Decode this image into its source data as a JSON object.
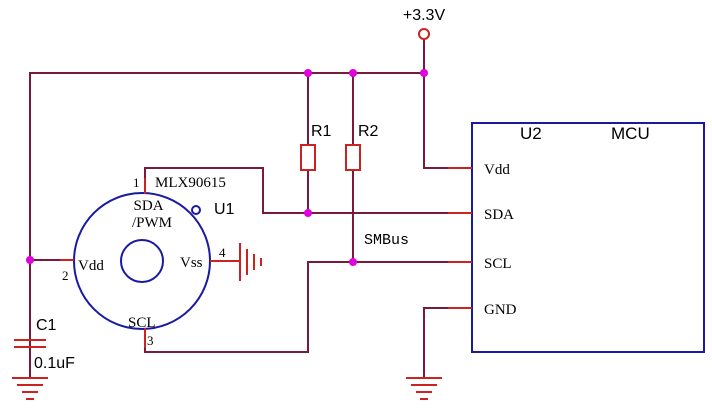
{
  "power": {
    "label": "+3.3V"
  },
  "resistors": [
    {
      "ref": "R1"
    },
    {
      "ref": "R2"
    }
  ],
  "capacitor": {
    "ref": "C1",
    "value": "0.1uF"
  },
  "bus_label": "SMBus",
  "sensor": {
    "ref": "U1",
    "part": "MLX90615",
    "pins": [
      {
        "number": "1",
        "name": "SDA\n/PWM"
      },
      {
        "number": "2",
        "name": "Vdd"
      },
      {
        "number": "3",
        "name": "SCL"
      },
      {
        "number": "4",
        "name": "Vss"
      }
    ]
  },
  "mcu": {
    "ref": "U2",
    "title": "MCU",
    "pins": [
      "Vdd",
      "SDA",
      "SCL",
      "GND"
    ]
  },
  "colors": {
    "wire": "#7a1a3a",
    "pin": "#cc2222",
    "component_outline": "#1a1aa0",
    "junction": "#e000e0"
  }
}
